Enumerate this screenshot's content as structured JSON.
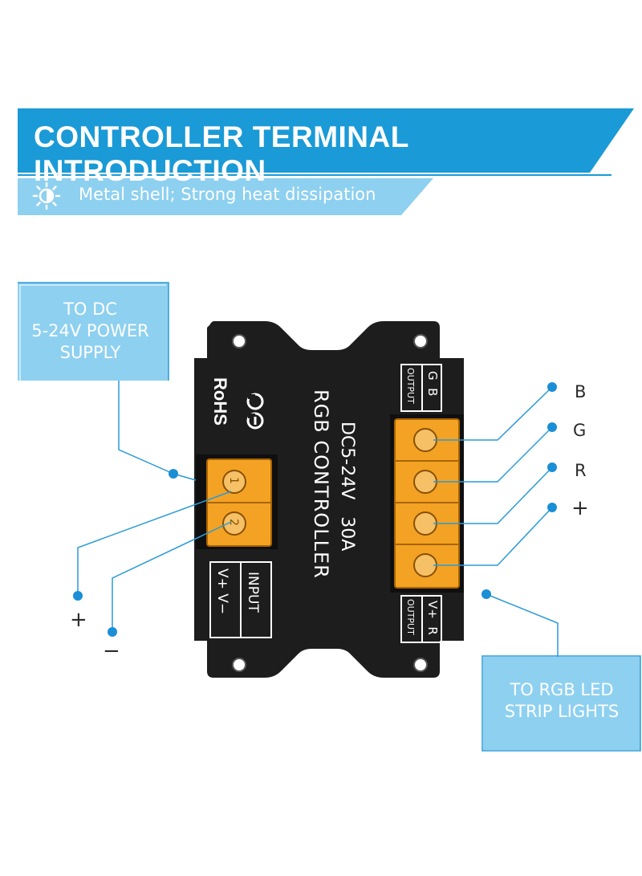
{
  "banner": {
    "title": "CONTROLLER TERMINAL INTRODUCTION",
    "subtitle": "Metal shell; Strong heat dissipation",
    "icon": "heat-sun-icon",
    "color_primary": "#1a9ad6",
    "color_secondary": "#8ed0f0"
  },
  "power_box": {
    "line1": "TO DC",
    "line2": "5-24V POWER",
    "line3": "SUPPLY"
  },
  "strip_box": {
    "line1": "TO RGB LED",
    "line2": "STRIP LIGHTS"
  },
  "device": {
    "name": "RGB CONTROLLER",
    "spec": "DC5-24V   30A",
    "rohs": "RoHS",
    "ce": "CE",
    "input_label": "INPUT",
    "input_pins": "V+ V−",
    "output_top_label": "OUTPUT",
    "output_top_pins": "G  B",
    "output_bottom_label": "OUTPUT",
    "output_bottom_pins": "V+  R",
    "screw_1": "1",
    "screw_2": "2"
  },
  "input_terminals": {
    "plus": "+",
    "minus": "−"
  },
  "output_terminals": {
    "b": "B",
    "g": "G",
    "r": "R",
    "plus": "+"
  },
  "colors": {
    "line": "#2a9ad8",
    "dot": "#1a8fd6",
    "box_fill": "#8ed0f0",
    "body": "#1d1d1d",
    "terminal": "#f3a223"
  }
}
